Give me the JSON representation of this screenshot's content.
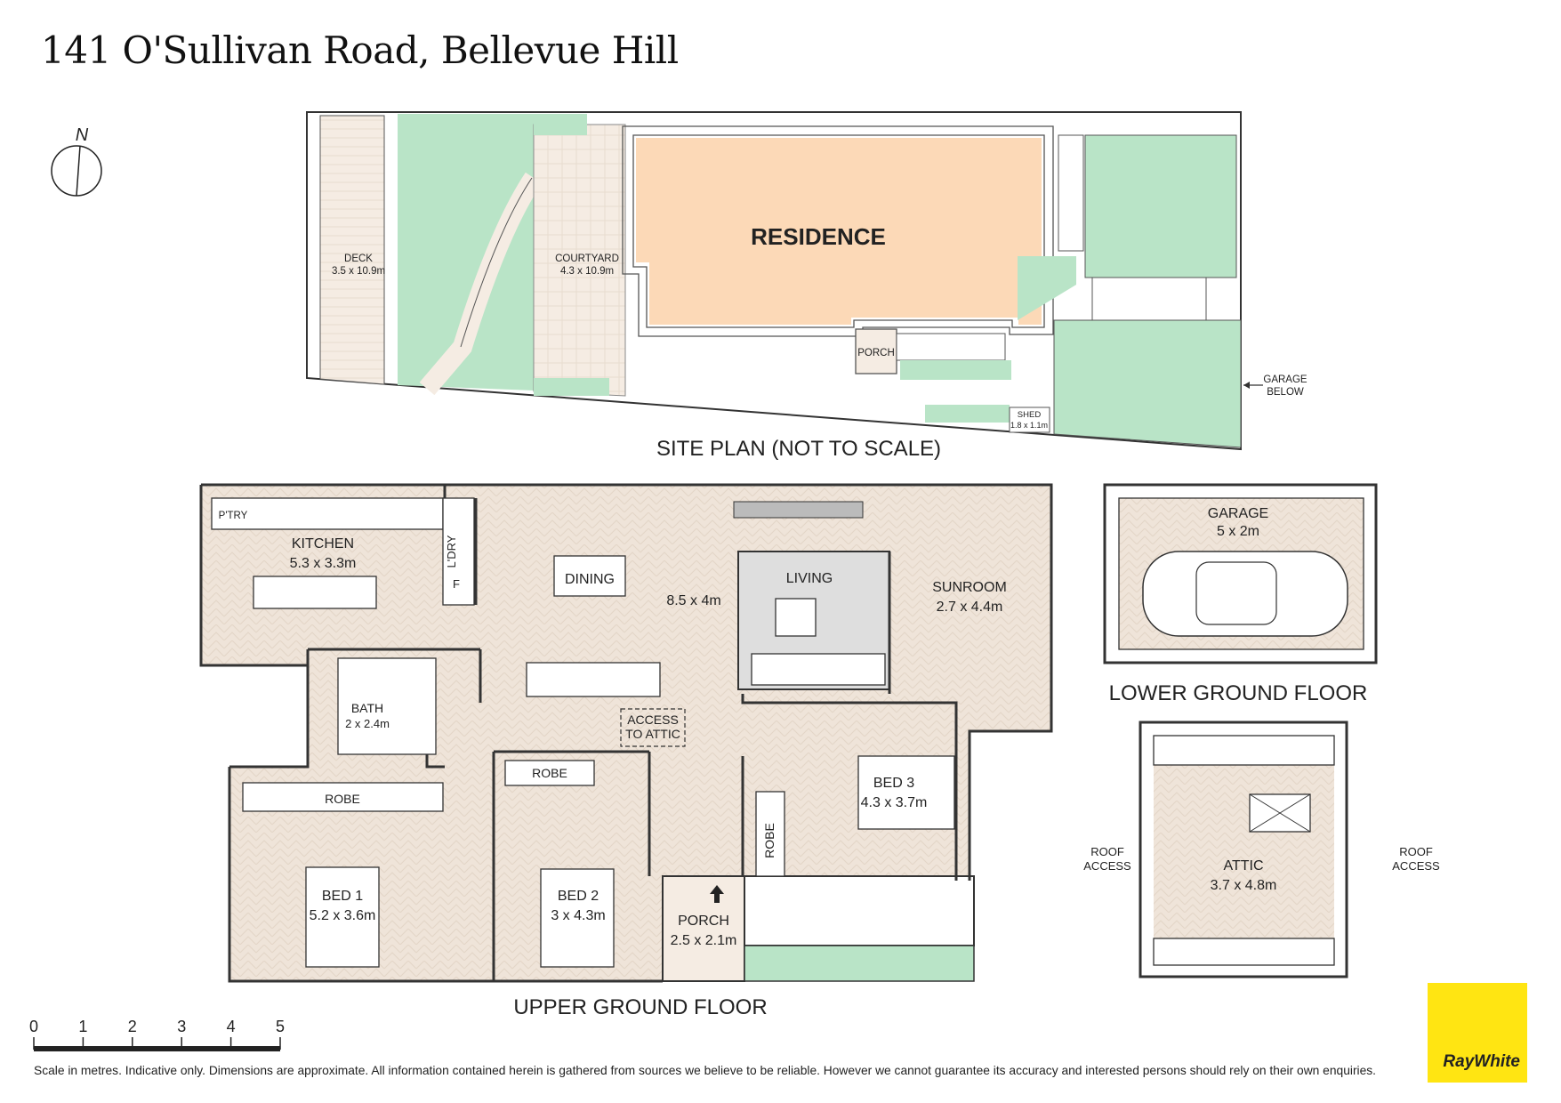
{
  "title": "141 O'Sullivan Road, Bellevue Hill",
  "compass": {
    "label": "N"
  },
  "site_plan": {
    "label": "SITE PLAN (NOT TO SCALE)",
    "residence": "RESIDENCE",
    "deck": {
      "name": "DECK",
      "dims": "3.5 x 10.9m"
    },
    "courtyard": {
      "name": "COURTYARD",
      "dims": "4.3 x 10.9m"
    },
    "porch": "PORCH",
    "shed": {
      "name": "SHED",
      "dims": "1.8 x 1.1m"
    },
    "garage_below": [
      "GARAGE",
      "BELOW"
    ]
  },
  "upper": {
    "label": "UPPER GROUND FLOOR",
    "pantry": "P'TRY",
    "kitchen": {
      "name": "KITCHEN",
      "dims": "5.3 x 3.3m"
    },
    "laundry": "L'DRY",
    "fridge": "F",
    "dining": "DINING",
    "living": "LIVING",
    "living_dims": "8.5 x 4m",
    "sunroom": {
      "name": "SUNROOM",
      "dims": "2.7 x 4.4m"
    },
    "bath": {
      "name": "BATH",
      "dims": "2 x 2.4m"
    },
    "attic_access": [
      "ACCESS",
      "TO ATTIC"
    ],
    "robe": "ROBE",
    "bed1": {
      "name": "BED 1",
      "dims": "5.2 x 3.6m"
    },
    "bed2": {
      "name": "BED 2",
      "dims": "3 x 4.3m"
    },
    "bed3": {
      "name": "BED 3",
      "dims": "4.3 x 3.7m"
    },
    "porch": {
      "name": "PORCH",
      "dims": "2.5 x 2.1m"
    }
  },
  "lower": {
    "label": "LOWER GROUND FLOOR",
    "garage": {
      "name": "GARAGE",
      "dims": "5 x 2m"
    }
  },
  "attic": {
    "name": "ATTIC",
    "dims": "3.7 x 4.8m",
    "roof_access": [
      "ROOF",
      "ACCESS"
    ]
  },
  "scale": {
    "ticks": [
      "0",
      "1",
      "2",
      "3",
      "4",
      "5"
    ]
  },
  "disclaimer": "Scale in metres. Indicative only. Dimensions are approximate. All information contained herein is gathered from sources we believe to be reliable. However we cannot guarantee its accuracy and interested persons should rely on their own enquiries.",
  "logo": {
    "text": "RayWhite"
  },
  "colors": {
    "floor": "#efe4d9",
    "residence": "#fcd9b7",
    "garden": "#b9e4c7",
    "tree": "#4c9a3c",
    "living": "#dedede",
    "brand": "#FFE512"
  }
}
